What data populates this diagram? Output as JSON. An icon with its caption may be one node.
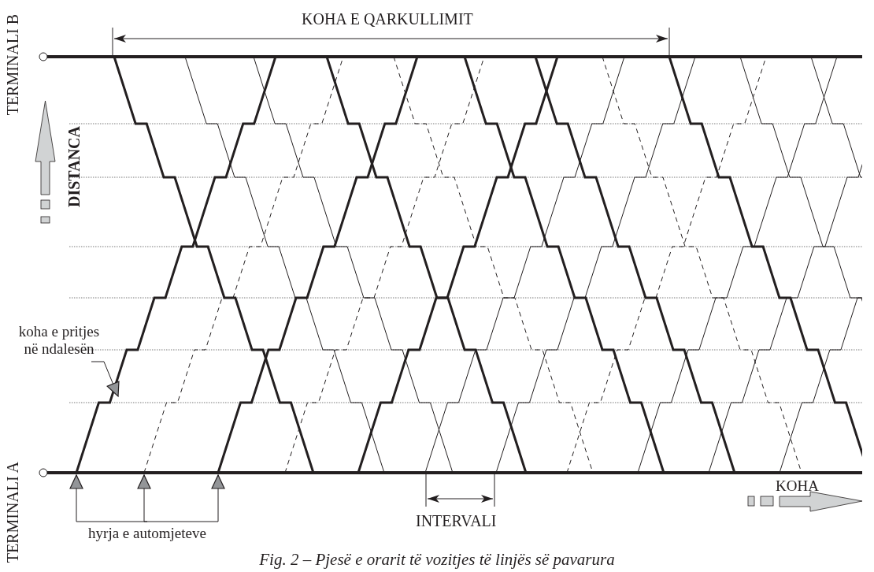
{
  "diagram": {
    "caption": "Fig. 2 – Pjesë e orarit të vozitjes të linjës së pavarura",
    "nodes": [
      {
        "text": [
          "koha e pritjes në ndalesën"
        ]
      },
      {
        "text": [
          "hyrja e automjeteve"
        ]
      }
    ],
    "edges": [
      {
        "from": 0,
        "to": null,
        "arrow": "to"
      },
      {
        "from": 1,
        "to": null,
        "arrow": "to"
      },
      {
        "from": 1,
        "to": null,
        "arrow": "to"
      },
      {
        "from": 1,
        "to": null,
        "arrow": "to"
      }
    ],
    "labels": [
      "KOHA E QARKULLIMIT",
      "TERMINALI B",
      "DISTANCA",
      "TERMINALI A",
      "INTERVALI",
      "KOHA"
    ]
  }
}
